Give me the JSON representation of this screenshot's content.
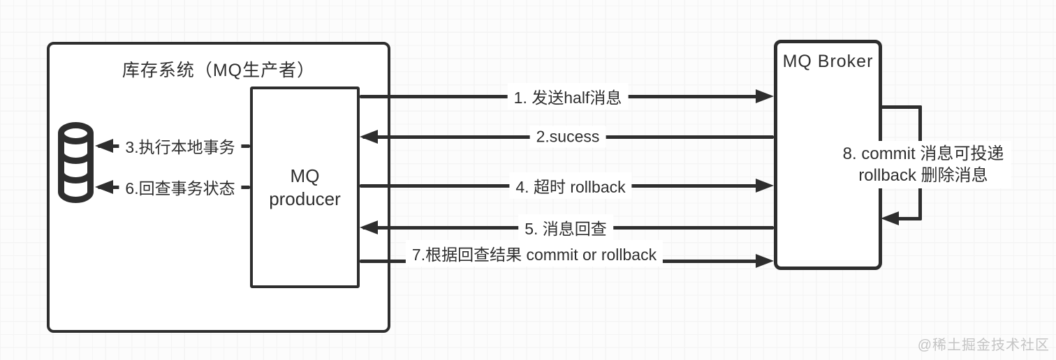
{
  "colors": {
    "ink": "#2e2e2e",
    "canvas_bg": "#fcfcfc",
    "grid_major": "#e9e9e9",
    "grid_minor": "#f4f4f4",
    "box_bg": "#ffffff",
    "watermark": "#c4c4c4"
  },
  "nodes": {
    "inventory": {
      "title": "库存系统（MQ生产者）"
    },
    "producer": {
      "line1": "MQ",
      "line2": "producer"
    },
    "broker": {
      "title": "MQ Broker"
    },
    "database": {
      "icon": "database-cylinder-icon"
    }
  },
  "flows": {
    "f1": {
      "label": "1. 发送half消息",
      "direction": "right"
    },
    "f2": {
      "label": "2.sucess",
      "direction": "left"
    },
    "f3": {
      "label": "3.执行本地事务",
      "direction": "left"
    },
    "f4": {
      "label": "4. 超时 rollback",
      "direction": "right"
    },
    "f5": {
      "label": "5. 消息回查",
      "direction": "left"
    },
    "f6": {
      "label": "6.回查事务状态",
      "direction": "left"
    },
    "f7": {
      "label": "7.根据回查结果 commit or rollback",
      "direction": "right"
    },
    "f8": {
      "line1": "8. commit 消息可投递",
      "line2": "rollback 删除消息",
      "direction": "self-loop"
    }
  },
  "watermark": {
    "text": "@稀土掘金技术社区"
  }
}
